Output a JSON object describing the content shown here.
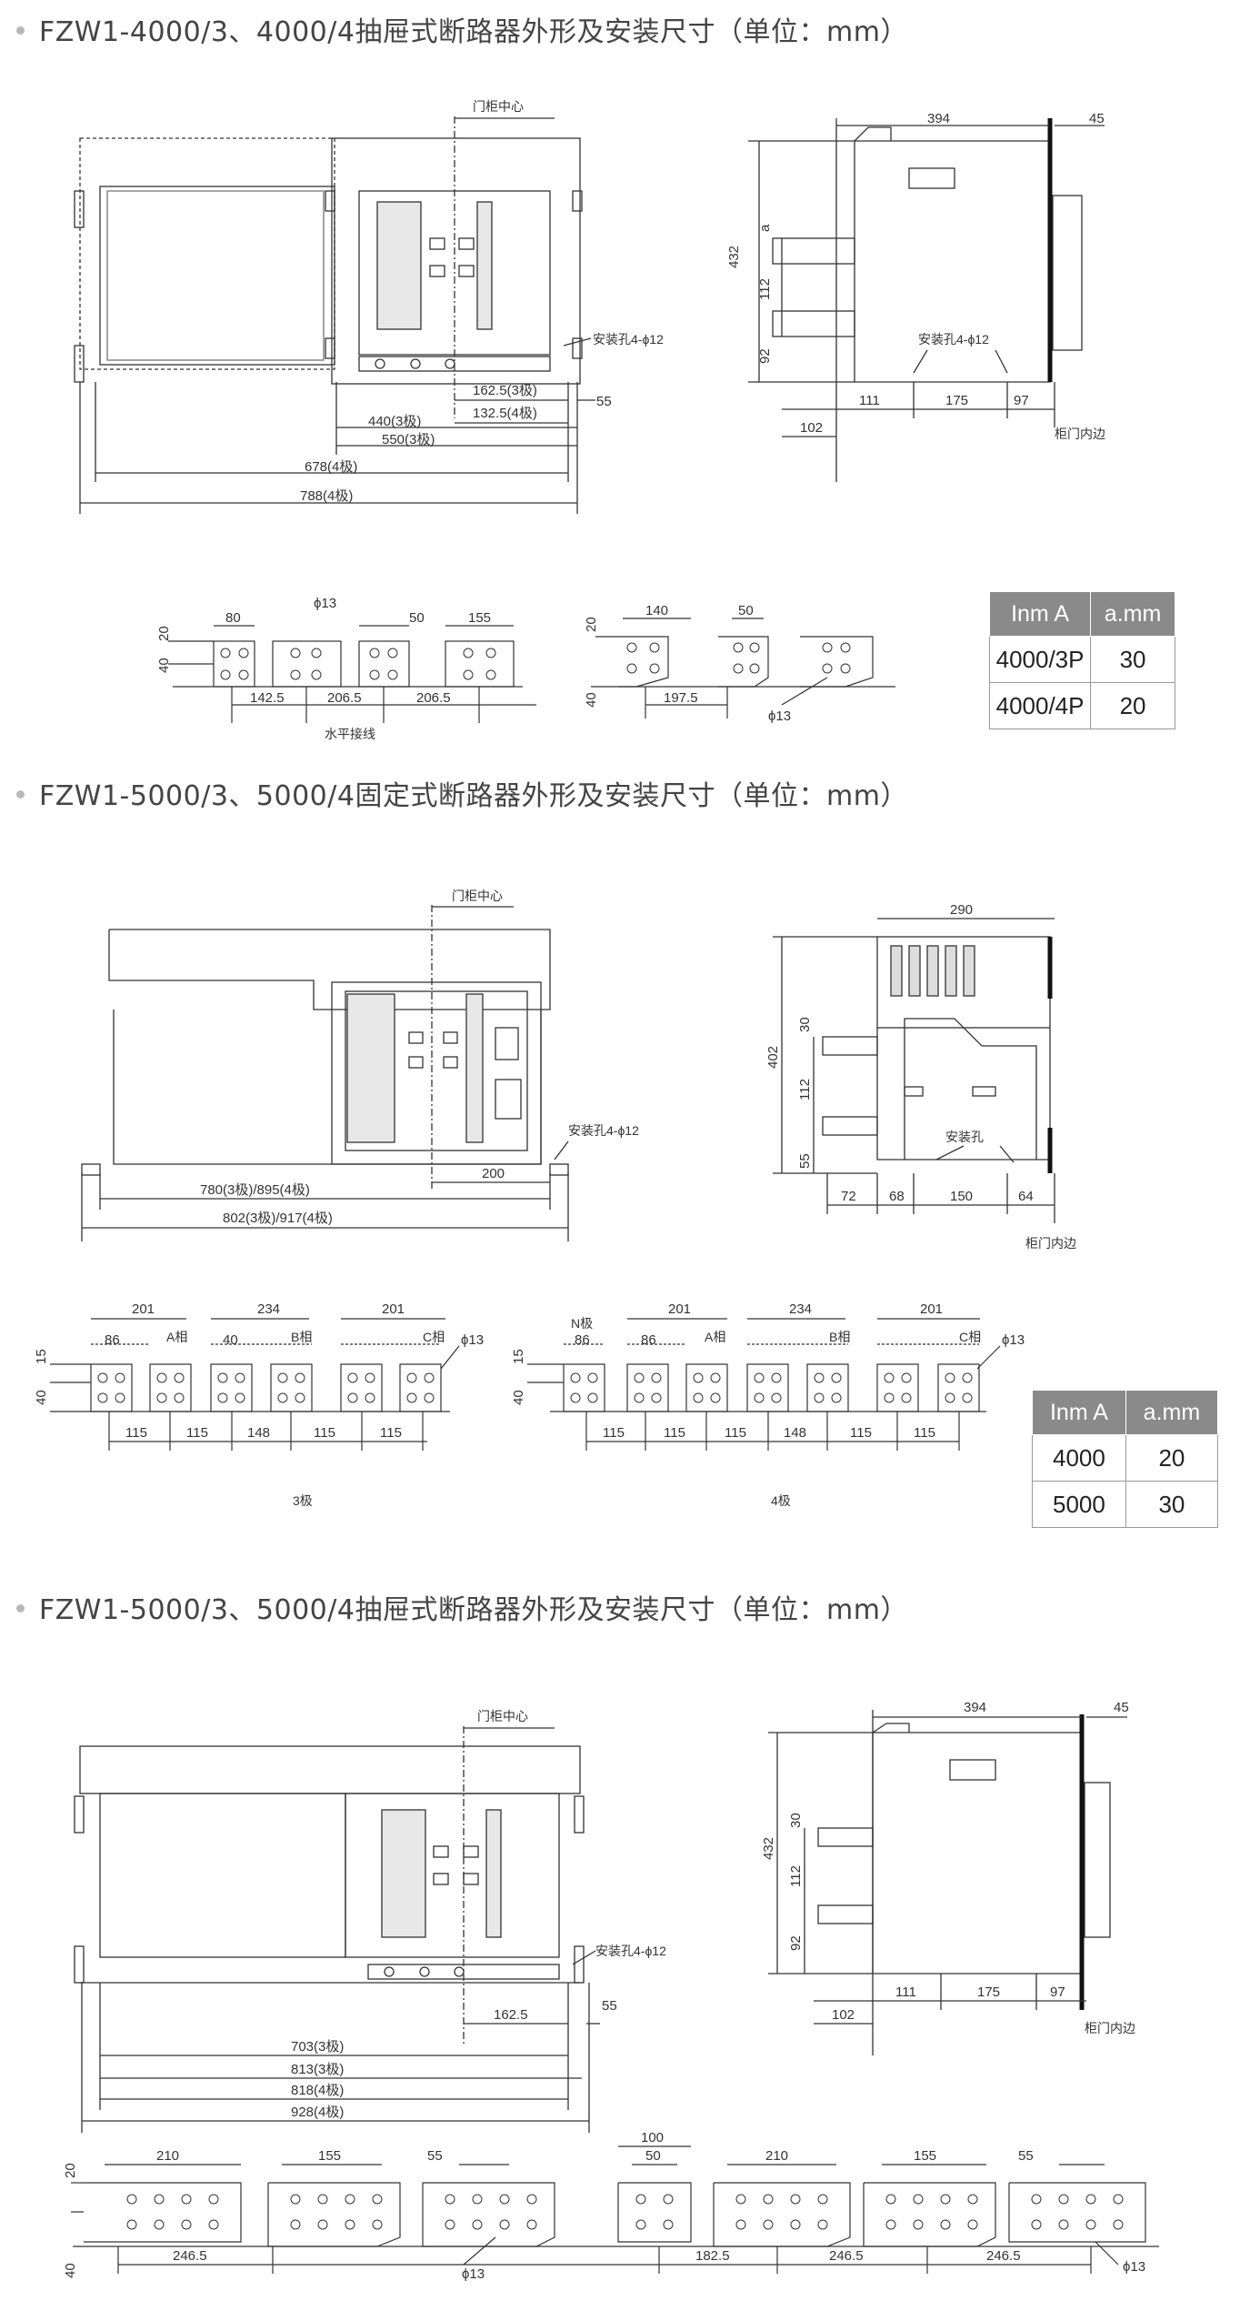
{
  "sections": [
    {
      "heading": "FZW1-4000/3、4000/4抽屉式断路器外形及安装尺寸（单位：mm）",
      "front": {
        "door_center": "门柜中心",
        "mount_hole": "安装孔4-ϕ12",
        "dims": [
          "162.5(3极)",
          "132.5(4极)",
          "55",
          "440(3极)",
          "550(3极)",
          "678(4极)",
          "788(4极)"
        ]
      },
      "side": {
        "dims": [
          "394",
          "45",
          "432",
          "a",
          "112",
          "92",
          "111",
          "175",
          "97",
          "102"
        ],
        "mount_hole": "安装孔4-ϕ12",
        "door_edge": "柜门内边"
      },
      "bars_left": {
        "dims": [
          "80",
          "ϕ13",
          "50",
          "155",
          "20",
          "40",
          "142.5",
          "206.5",
          "206.5"
        ],
        "caption": "水平接线"
      },
      "bars_right": {
        "dims": [
          "140",
          "50",
          "20",
          "40",
          "197.5",
          "ϕ13"
        ]
      },
      "table": {
        "headers": [
          "Inm A",
          "a.mm"
        ],
        "rows": [
          [
            "4000/3P",
            "30"
          ],
          [
            "4000/4P",
            "20"
          ]
        ]
      }
    },
    {
      "heading": "FZW1-5000/3、5000/4固定式断路器外形及安装尺寸（单位：mm）",
      "front": {
        "door_center": "门柜中心",
        "mount_hole": "安装孔4-ϕ12",
        "dims": [
          "200",
          "780(3极)/895(4极)",
          "802(3极)/917(4极)"
        ]
      },
      "side": {
        "dims": [
          "290",
          "402",
          "30",
          "112",
          "55",
          "72",
          "68",
          "150",
          "64"
        ],
        "mount_hole": "安装孔",
        "door_edge": "柜门内边"
      },
      "bars_3p": {
        "dims": [
          "201",
          "234",
          "201",
          "86",
          "40",
          "15",
          "40",
          "115",
          "115",
          "148",
          "115",
          "115",
          "ϕ13"
        ],
        "phases": [
          "A相",
          "B相",
          "C相"
        ],
        "caption": "3极"
      },
      "bars_4p": {
        "dims": [
          "201",
          "234",
          "201",
          "86",
          "86",
          "15",
          "40",
          "115",
          "115",
          "115",
          "148",
          "115",
          "115",
          "ϕ13"
        ],
        "phases": [
          "N极",
          "A相",
          "B相",
          "C相"
        ],
        "caption": "4极"
      },
      "table": {
        "headers": [
          "Inm A",
          "a.mm"
        ],
        "rows": [
          [
            "4000",
            "20"
          ],
          [
            "5000",
            "30"
          ]
        ]
      }
    },
    {
      "heading": "FZW1-5000/3、5000/4抽屉式断路器外形及安装尺寸（单位：mm）",
      "front": {
        "door_center": "门柜中心",
        "mount_hole": "安装孔4-ϕ12",
        "dims": [
          "162.5",
          "55",
          "703(3极)",
          "813(3极)",
          "818(4极)",
          "928(4极)"
        ]
      },
      "side": {
        "dims": [
          "394",
          "45",
          "432",
          "30",
          "112",
          "92",
          "111",
          "175",
          "97",
          "102"
        ],
        "door_edge": "柜门内边"
      },
      "bars": {
        "dims": [
          "210",
          "155",
          "55",
          "100",
          "50",
          "210",
          "155",
          "55",
          "20",
          "40",
          "246.5",
          "ϕ13",
          "182.5",
          "246.5",
          "246.5",
          "ϕ13"
        ]
      }
    }
  ]
}
